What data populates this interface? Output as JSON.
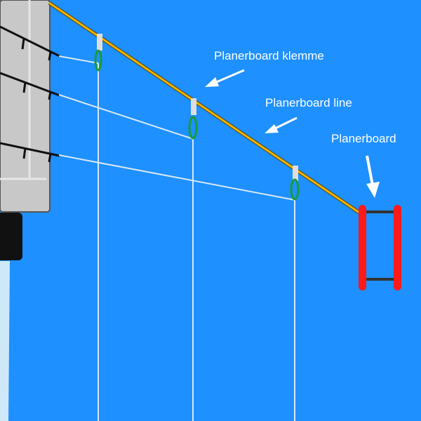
{
  "labels": {
    "clip": "Planerboard klemme",
    "line": "Planerboard line",
    "board": "Planerboard"
  },
  "colors": {
    "water": "#1e90ff",
    "boat": "#c8c8c8",
    "planer_line": "#f0b400",
    "board": "#ff1a1a",
    "clip_ring": "#1a9a3a",
    "fishing_line": "#d8e8f8",
    "rod": "#111111"
  }
}
